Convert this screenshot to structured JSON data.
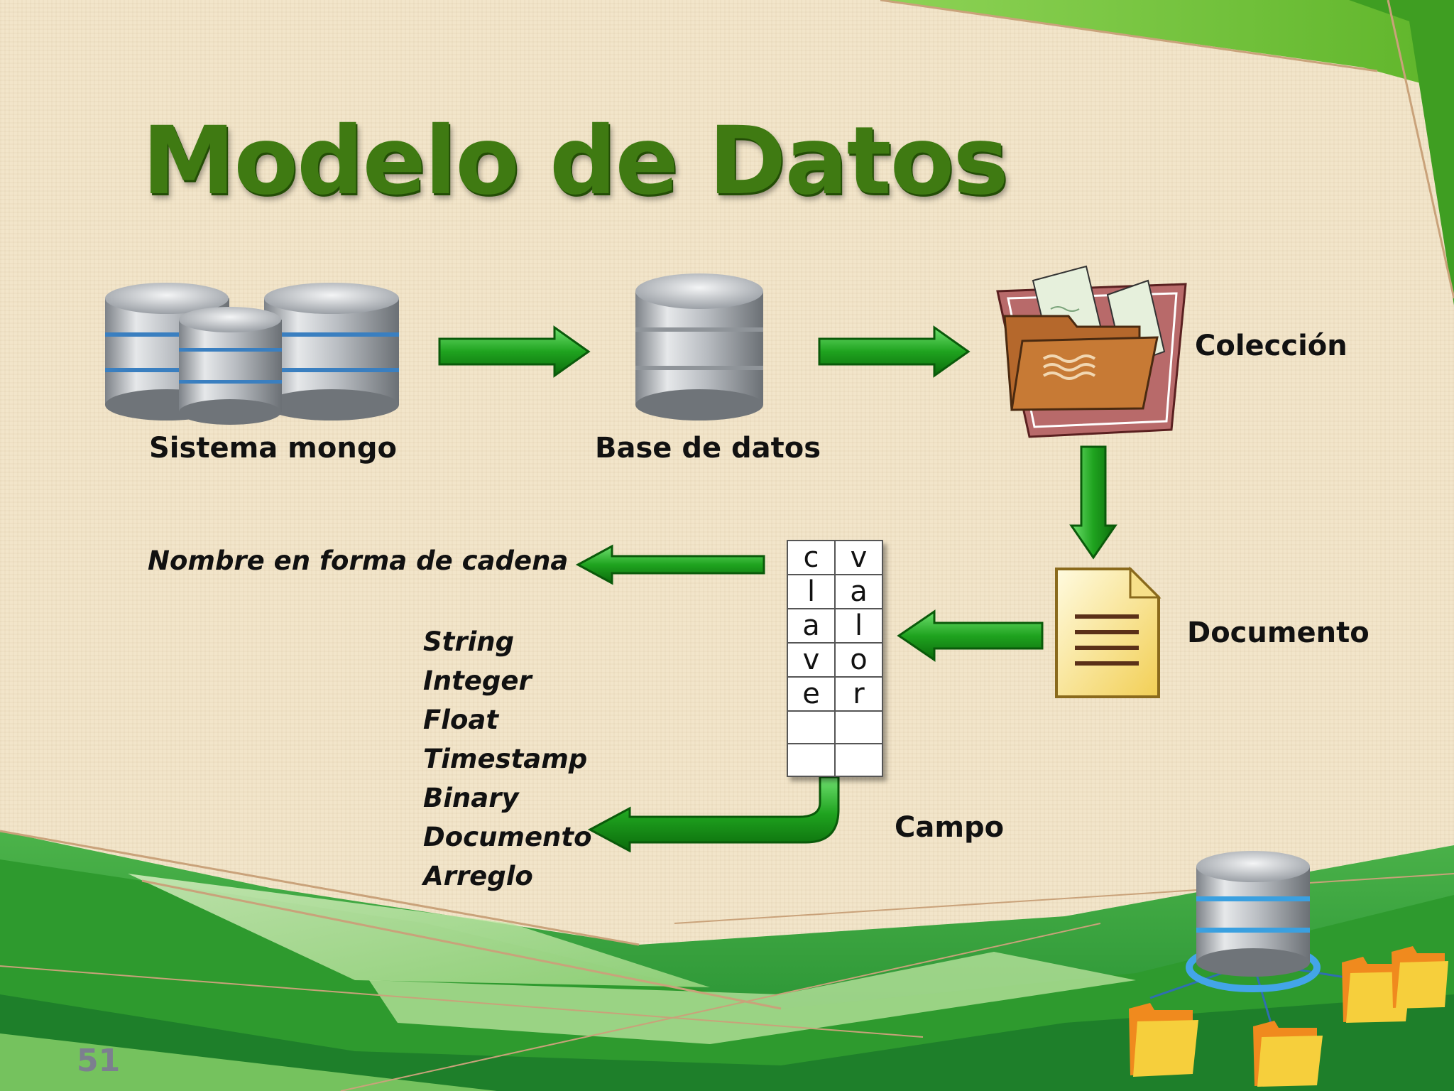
{
  "title": "Modelo de Datos",
  "nodes": {
    "sistema": "Sistema mongo",
    "base": "Base de datos",
    "coleccion": "Colección",
    "documento": "Documento",
    "campo": "Campo",
    "nombre": "Nombre en forma de cadena"
  },
  "field_table": {
    "key_letters": [
      "c",
      "l",
      "a",
      "v",
      "e"
    ],
    "value_letters": [
      "v",
      "a",
      "l",
      "o",
      "r"
    ]
  },
  "types": [
    "String",
    "Integer",
    "Float",
    "Timestamp",
    "Binary",
    "Documento",
    "Arreglo"
  ],
  "page_number": "51",
  "colors": {
    "title": "#3f7a12",
    "arrow": "#1fa31f",
    "background": "#f2e5ca",
    "footer_green": "#2e9a2e"
  },
  "icons": [
    "database-cluster-icon",
    "database-icon",
    "folder-icon",
    "document-icon",
    "database-network-icon"
  ]
}
